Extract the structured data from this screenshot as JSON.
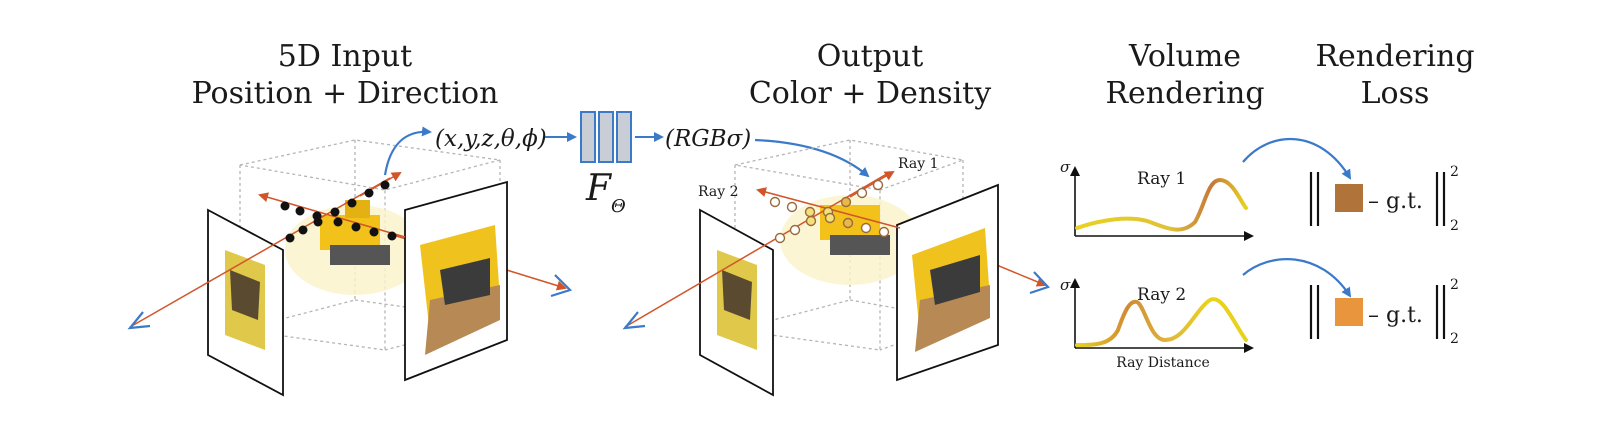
{
  "headers": {
    "input": {
      "line1": "5D Input",
      "line2": "Position + Direction"
    },
    "output": {
      "line1": "Output",
      "line2": "Color + Density"
    },
    "volume": {
      "line1": "Volume",
      "line2": "Rendering"
    },
    "loss": {
      "line1": "Rendering",
      "line2": "Loss"
    }
  },
  "network": {
    "input_tuple": "(x,y,z,θ,ϕ)",
    "output_tuple": "(RGBσ)",
    "function_symbol": "F",
    "function_subscript": "Θ"
  },
  "scene": {
    "ray1_label": "Ray 1",
    "ray2_label": "Ray 2"
  },
  "plots": {
    "ray1": {
      "axis_symbol": "σ",
      "label": "Ray 1",
      "pixel_color": "#b0733a"
    },
    "ray2": {
      "axis_symbol": "σ",
      "label": "Ray 2",
      "pixel_color": "#e8953e"
    },
    "xlabel": "Ray Distance"
  },
  "loss": {
    "term": "– g.t.",
    "exponent": "2",
    "subscript": "2"
  },
  "colors": {
    "arrow_blue": "#3b7ac9",
    "ray_red": "#d2552a",
    "network_fill": "#c8cdd6",
    "network_stroke": "#3b7ac9",
    "curve_yellow": "#e8d21e",
    "curve_orange": "#c5783a"
  },
  "icons": [
    "dashed-cube-icon",
    "image-plane-icon",
    "bulldozer-icon",
    "network-block-icon",
    "curved-arrow-icon"
  ]
}
